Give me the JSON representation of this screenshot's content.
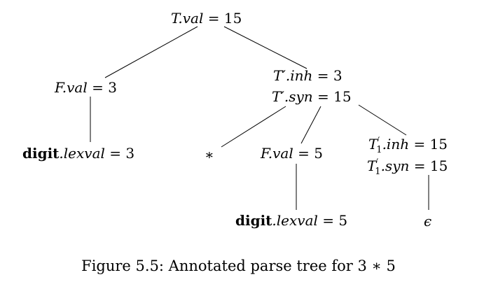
{
  "nodes": {
    "root": {
      "attr": "T.val",
      "eq": " = ",
      "value": "15"
    },
    "f_left": {
      "attr": "F.val",
      "eq": " = ",
      "value": "3"
    },
    "tprime": {
      "inh": {
        "attr": "T′.inh",
        "eq": " = ",
        "value": "3"
      },
      "syn": {
        "attr": "T′.syn",
        "eq": " = ",
        "value": "15"
      }
    },
    "digit_left": {
      "bold": "digit",
      "attr": ".lexval",
      "eq": " = ",
      "value": "3"
    },
    "star": {
      "text": "∗"
    },
    "f_right": {
      "attr": "F.val",
      "eq": " = ",
      "value": "5"
    },
    "t1prime": {
      "inh": {
        "base": "T",
        "prime": "′",
        "sub": "1",
        "attr": ".inh",
        "eq": " = ",
        "value": "15"
      },
      "syn": {
        "base": "T",
        "prime": "′",
        "sub": "1",
        "attr": ".syn",
        "eq": " = ",
        "value": "15"
      }
    },
    "digit_right": {
      "bold": "digit",
      "attr": ".lexval",
      "eq": " = ",
      "value": "5"
    },
    "epsilon": {
      "text": "ϵ"
    }
  },
  "caption": "Figure 5.5: Annotated parse tree for 3 ∗ 5"
}
